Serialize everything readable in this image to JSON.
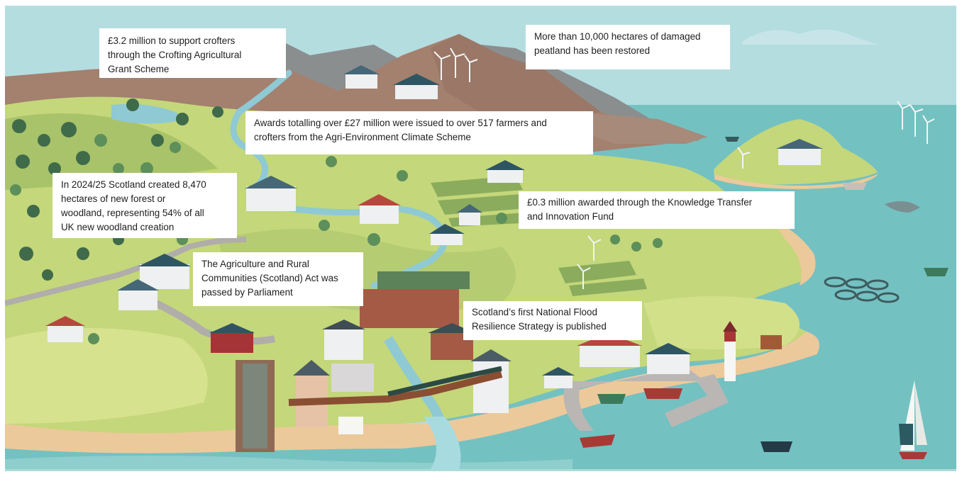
{
  "illustration": {
    "description": "Illustrated Scottish rural and coastal landscape with mountains, forests, farms, villages, town, harbour, lighthouse, island, wind turbines and sea",
    "colors": {
      "sky": "#b4dde0",
      "cloud": "#c9e7ea",
      "mountain_far": "#8b8e8f",
      "mountain_brown": "#a4806f",
      "land_green": "#c4d77a",
      "land_light": "#d7e28e",
      "forest_dark": "#3f6b4a",
      "tree_green": "#5d8f5a",
      "sea": "#74c1c2",
      "sea_light": "#9ad3d2",
      "sand": "#ecc99a",
      "river": "#8fc9d4"
    }
  },
  "callouts": [
    {
      "id": "crofting",
      "text": "£3.2 million to support crofters\nthrough the Crofting Agricultural\nGrant Scheme"
    },
    {
      "id": "peatland",
      "text": "More than 10,000 hectares of damaged\npeatland has been restored"
    },
    {
      "id": "agri-environment",
      "text": "Awards totalling over £27 million  were issued to over 517 farmers and\ncrofters from the Agri-Environment Climate Scheme"
    },
    {
      "id": "woodland",
      "text": "In 2024/25 Scotland created 8,470\nhectares of new forest or\nwoodland, representing 54% of all\nUK new woodland creation"
    },
    {
      "id": "knowledge-transfer",
      "text": " £0.3 million awarded through the Knowledge Transfer\nand Innovation Fund"
    },
    {
      "id": "agriculture-act",
      "text": "The Agriculture and Rural\nCommunities (Scotland) Act was\npassed by Parliament"
    },
    {
      "id": "flood-resilience",
      "text": "Scotland’s first National Flood\nResilience Strategy is published"
    }
  ]
}
